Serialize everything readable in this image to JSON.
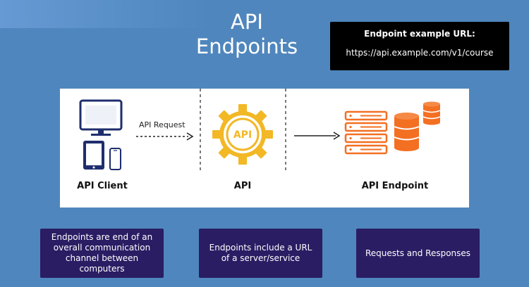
{
  "title": {
    "line1": "API",
    "line2": "Endpoints"
  },
  "url_box": {
    "title": "Endpoint example URL:",
    "url": "https://api.example.com/v1/course"
  },
  "diagram": {
    "client_label": "API Client",
    "api_label": "API",
    "endpoint_label": "API Endpoint",
    "request_label": "API Request",
    "gear_text": "API"
  },
  "cards": [
    "Endpoints are end of an overall communication channel between computers",
    "Endpoints include a URL of a server/service",
    "Requests and Responses"
  ],
  "colors": {
    "background": "#4f86bd",
    "icon_navy": "#1f2e6e",
    "gear_yellow": "#f2b825",
    "server_orange": "#f36f22",
    "card_bg": "#2a1d63"
  }
}
